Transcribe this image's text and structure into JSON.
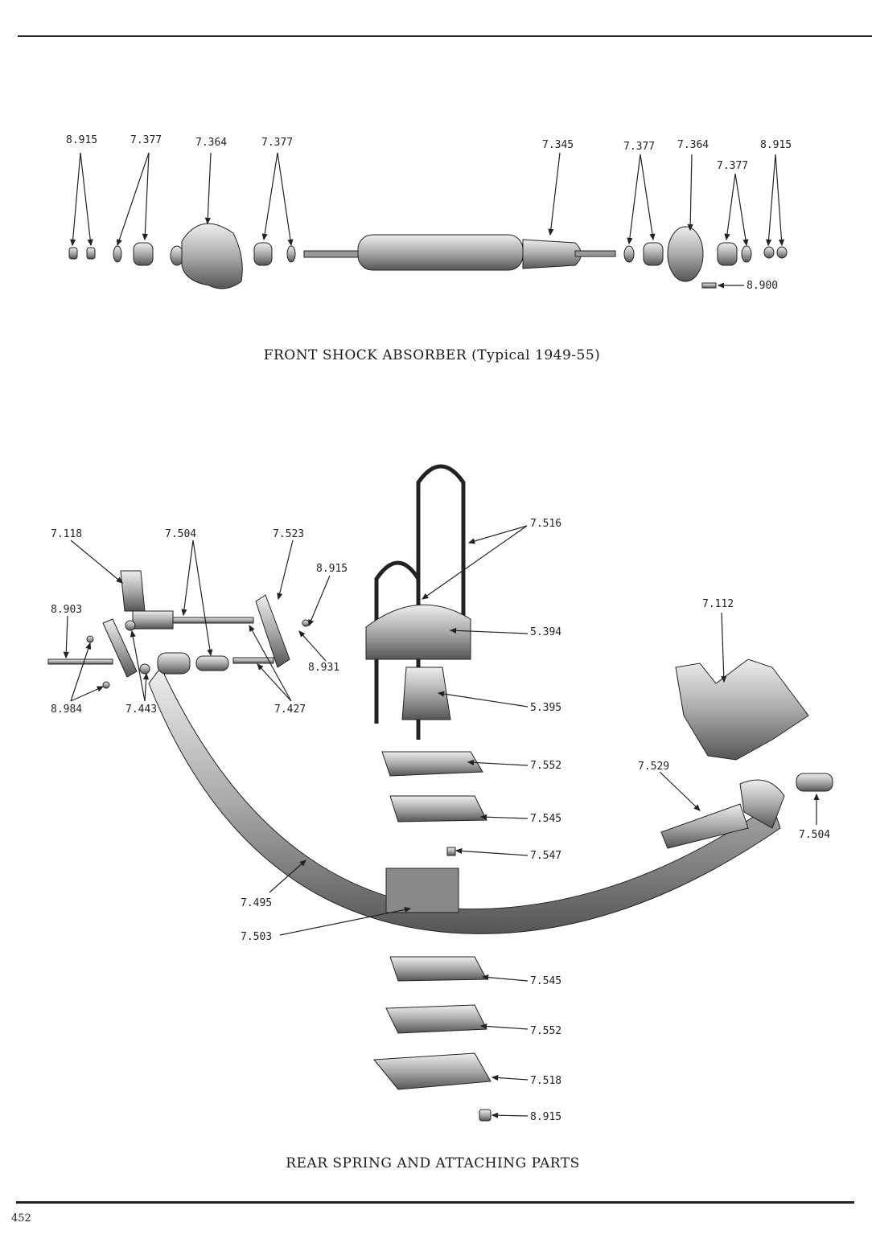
{
  "page_number": "452",
  "figures": {
    "front_shock": {
      "caption": "FRONT SHOCK ABSORBER (Typical 1949-55)",
      "callouts": [
        "8.915",
        "7.377",
        "7.364",
        "7.377",
        "7.345",
        "7.377",
        "7.364",
        "7.377",
        "8.915",
        "8.900"
      ]
    },
    "rear_spring": {
      "caption": "REAR SPRING AND ATTACHING PARTS",
      "callouts": [
        "7.118",
        "7.504",
        "7.523",
        "8.915",
        "8.903",
        "8.931",
        "8.984",
        "7.443",
        "7.427",
        "7.516",
        "5.394",
        "5.395",
        "7.112",
        "7.552",
        "7.529",
        "7.545",
        "7.504",
        "7.547",
        "7.495",
        "7.503",
        "7.545",
        "7.552",
        "7.518",
        "8.915"
      ]
    }
  }
}
